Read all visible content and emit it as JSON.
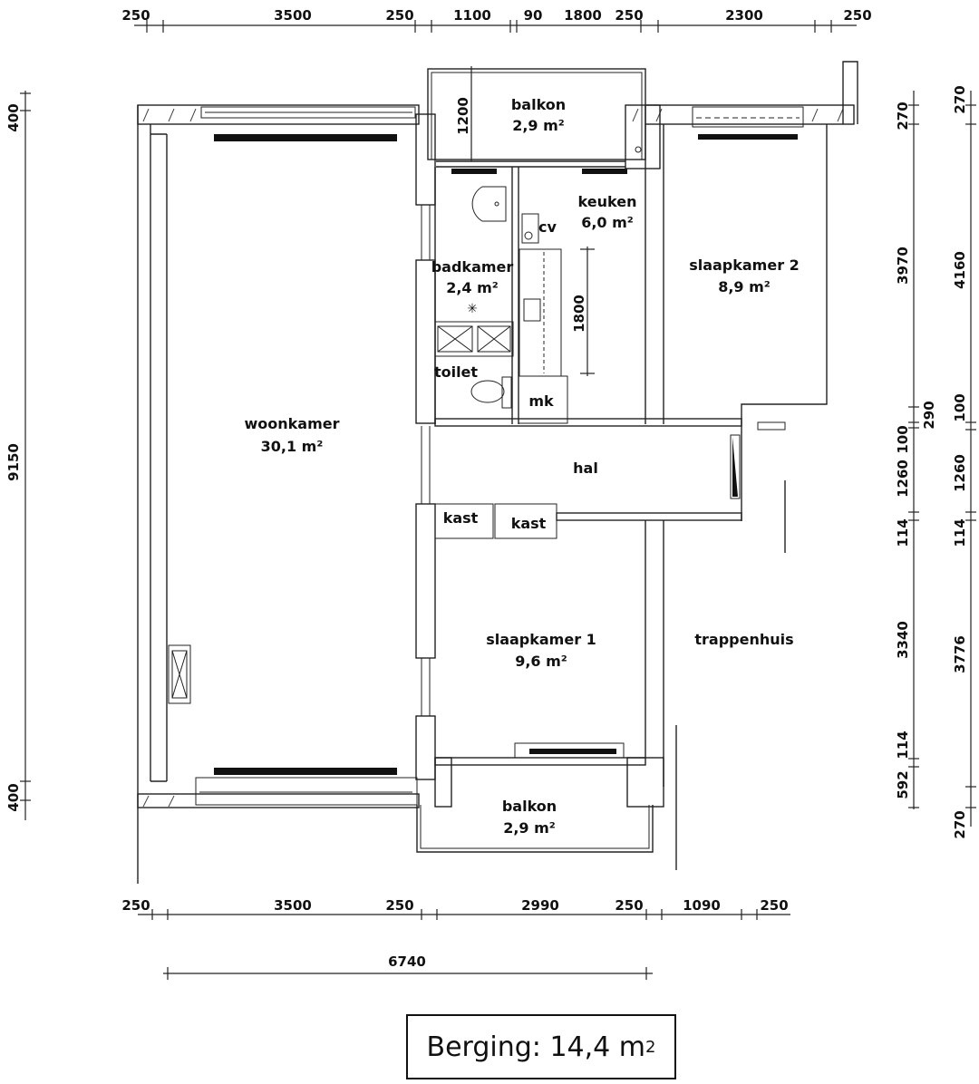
{
  "floorplan": {
    "rooms": [
      {
        "name": "balkon",
        "area": "2,9 m²",
        "position": "top"
      },
      {
        "name": "keuken",
        "area": "6,0 m²"
      },
      {
        "name": "cv",
        "area": ""
      },
      {
        "name": "badkamer",
        "area": "2,4 m²"
      },
      {
        "name": "toilet",
        "area": ""
      },
      {
        "name": "mk",
        "area": ""
      },
      {
        "name": "slaapkamer 2",
        "area": "8,9 m²"
      },
      {
        "name": "woonkamer",
        "area": "30,1 m²"
      },
      {
        "name": "hal",
        "area": ""
      },
      {
        "name": "kast",
        "area": ""
      },
      {
        "name": "kast",
        "area": ""
      },
      {
        "name": "slaapkamer 1",
        "area": "9,6 m²"
      },
      {
        "name": "trappenhuis",
        "area": ""
      },
      {
        "name": "balkon",
        "area": "2,9 m²",
        "position": "bottom"
      }
    ],
    "dimensions": {
      "top": [
        "250",
        "3500",
        "250",
        "1100",
        "90",
        "1800",
        "250",
        "2300",
        "250"
      ],
      "bottom": [
        "250",
        "3500",
        "250",
        "2990",
        "250",
        "1090",
        "250"
      ],
      "bottom_total": "6740",
      "left": [
        "400",
        "9150",
        "400"
      ],
      "right_inner": [
        "270",
        "3970",
        "290",
        "100",
        "1260",
        "114",
        "3340",
        "114",
        "592"
      ],
      "right_outer": [
        "270",
        "4160",
        "100",
        "1260",
        "114",
        "3776",
        "270"
      ],
      "balcony_depth": "1200",
      "kitchen_length": "1800"
    },
    "storage": {
      "label": "Berging:",
      "value": "14,4",
      "unit": "m",
      "exp": "2"
    }
  }
}
